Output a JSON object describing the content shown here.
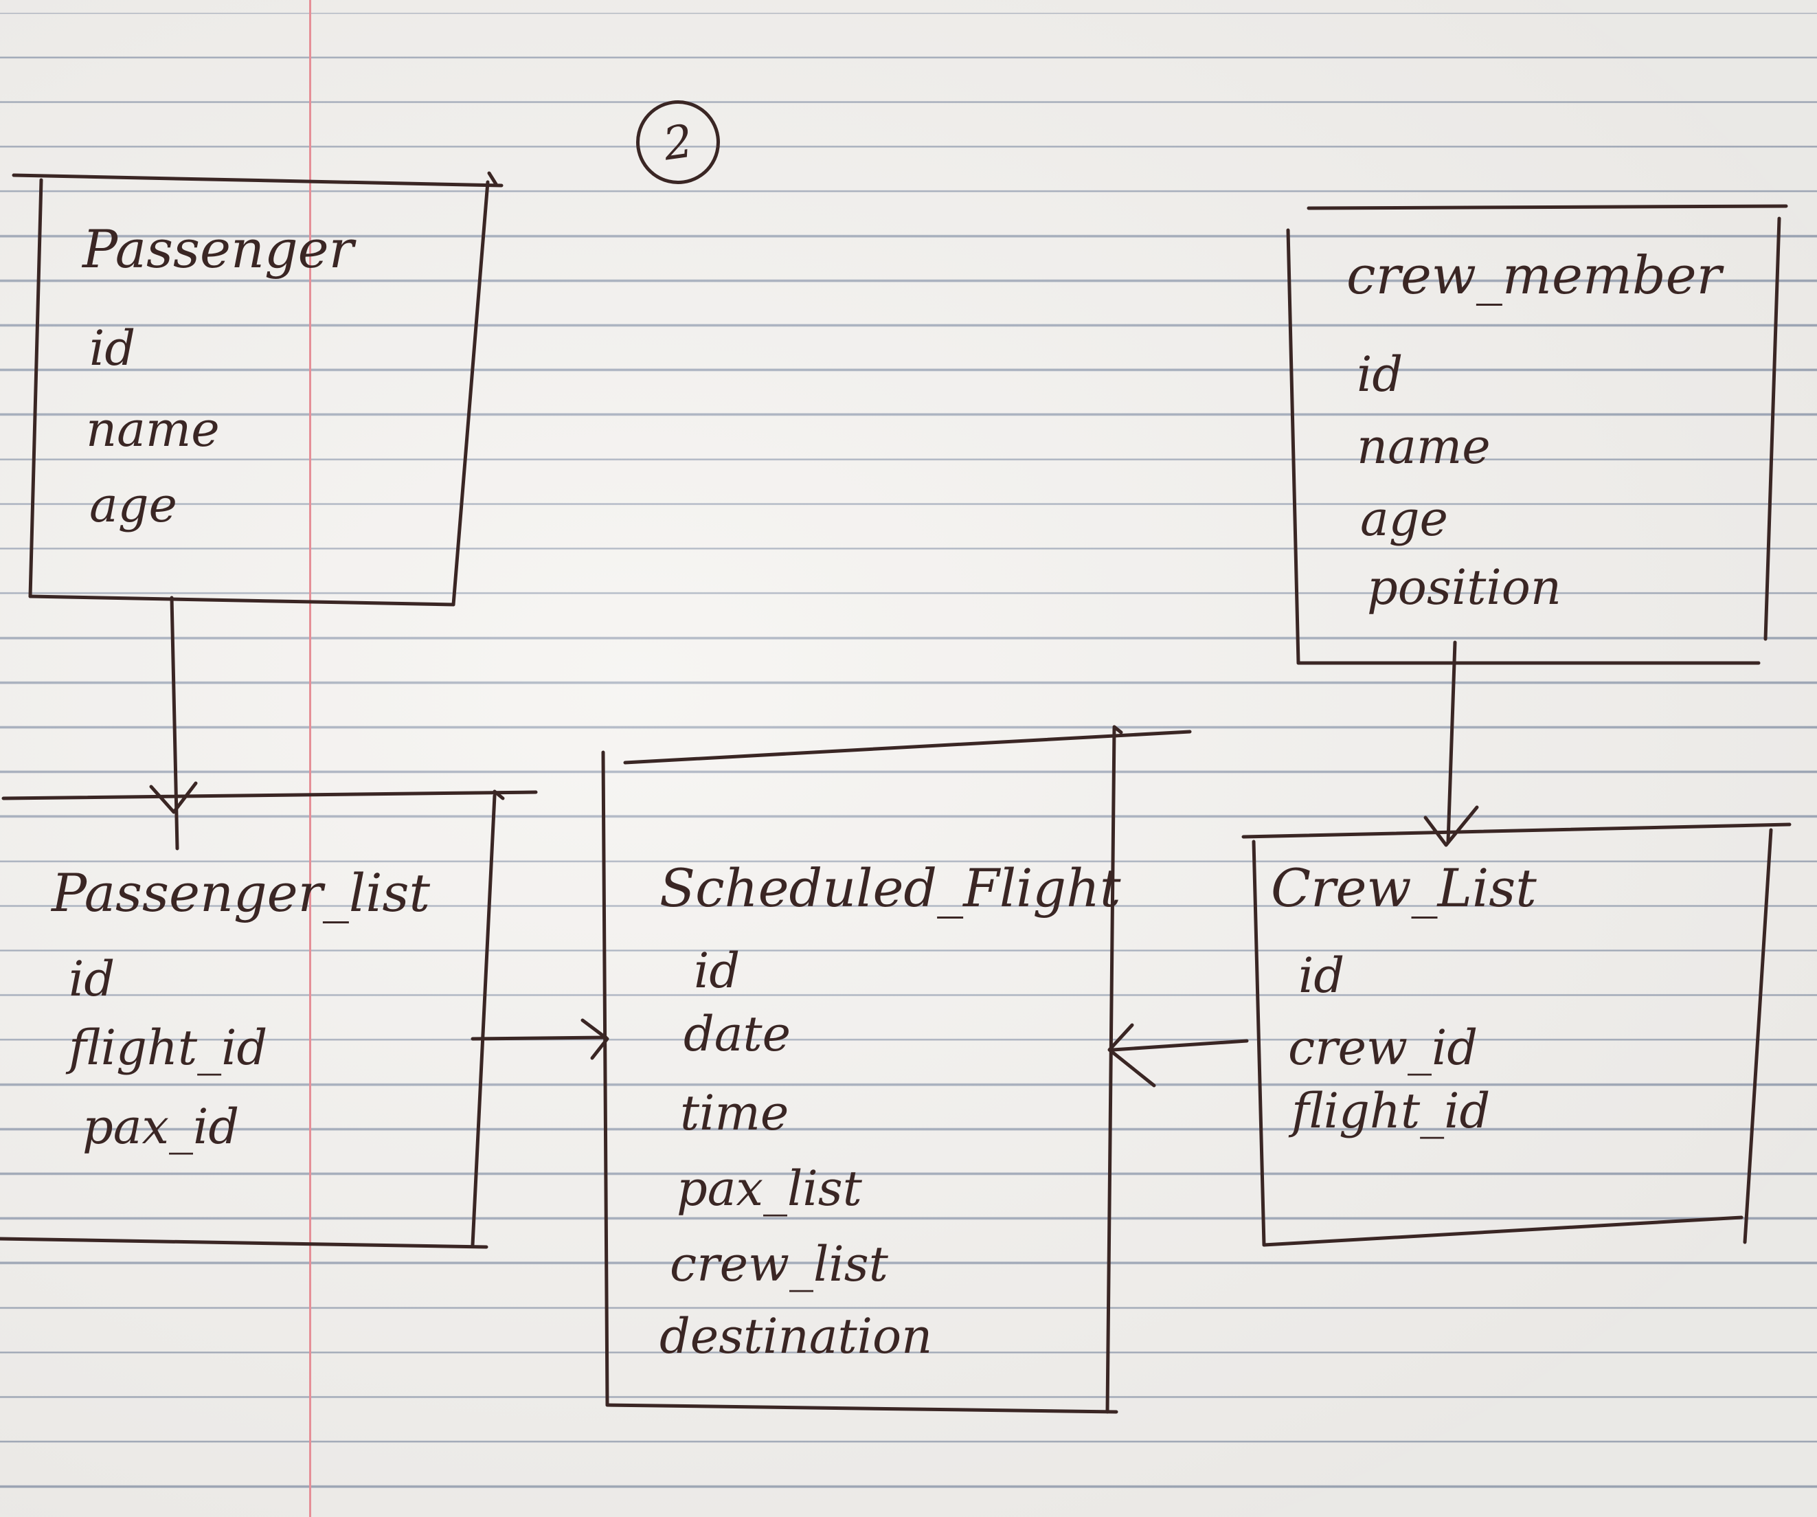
{
  "page_number": "2",
  "entities": {
    "passenger": {
      "title": "Passenger",
      "fields": [
        "id",
        "name",
        "age"
      ]
    },
    "crew_member": {
      "title": "crew_member",
      "fields": [
        "id",
        "name",
        "age",
        "position"
      ]
    },
    "passenger_list": {
      "title": "Passenger_list",
      "fields": [
        "id",
        "flight_id",
        "pax_id"
      ]
    },
    "scheduled_flight": {
      "title": "Scheduled_Flight",
      "fields": [
        "id",
        "date",
        "time",
        "pax_list",
        "crew_list",
        "destination"
      ]
    },
    "crew_list": {
      "title": "Crew_List",
      "fields": [
        "id",
        "crew_id",
        "flight_id"
      ]
    }
  },
  "relationships": [
    {
      "from": "passenger",
      "to": "passenger_list"
    },
    {
      "from": "crew_member",
      "to": "crew_list"
    },
    {
      "from": "passenger_list",
      "to": "scheduled_flight"
    },
    {
      "from": "crew_list",
      "to": "scheduled_flight"
    }
  ],
  "colors": {
    "ink": "#3a2624",
    "paper": "#f4f2ef",
    "rule_line": "#9fa8b8",
    "margin_line": "#e58f97"
  }
}
